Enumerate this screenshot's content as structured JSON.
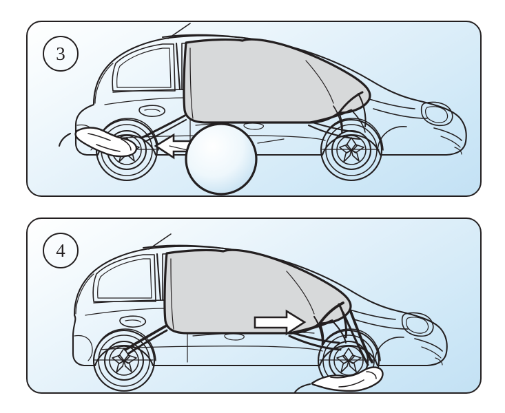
{
  "document": {
    "type": "instruction-illustration",
    "title": "Windshield cover fitting instructions",
    "background_color": "#ffffff",
    "panel_border_color": "#231f20",
    "panel_gradient_from": "#ffffff",
    "panel_gradient_to": "#c3e1f4",
    "cover_color": "#d7d9da",
    "ink_color": "#231f20"
  },
  "panels": [
    {
      "id": "step-3",
      "step_number": "3",
      "badge_name": "step-number-badge",
      "subject": "hatchback-car-side-view",
      "cover_state": "cover draped over windshield and roof",
      "arrow": {
        "name": "direction-arrow-left",
        "direction": "left",
        "description": "arrow pointing toward the front wheel"
      },
      "hand": {
        "name": "hand-pulling-strap",
        "position": "front wheel",
        "description": "hand pulling the elastic strap toward the front wheel hub"
      },
      "inset": {
        "name": "detail-magnifier-circle",
        "description": "magnified detail of the strap hook fastened behind the wheel arch"
      },
      "straps": "loose straps hanging near the A-pillar"
    },
    {
      "id": "step-4",
      "step_number": "4",
      "badge_name": "step-number-badge",
      "subject": "hatchback-car-side-view",
      "cover_state": "cover secured over windshield and roof",
      "arrow": {
        "name": "direction-arrow-right",
        "direction": "right",
        "description": "arrow pointing toward the rear wheel"
      },
      "hand": {
        "name": "hand-pulling-strap",
        "position": "rear wheel",
        "description": "hand pulling the elastic strap toward the rear wheel hub"
      },
      "inset": null,
      "straps": "straps tensioned from cover to both wheels"
    }
  ]
}
